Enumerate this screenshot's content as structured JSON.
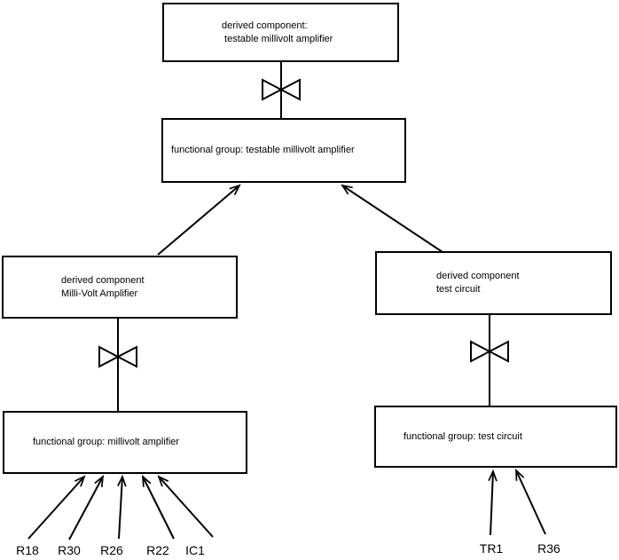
{
  "diagram": {
    "background_color": "#ffffff",
    "ink_color": "#000000",
    "boxes": {
      "derived_testable": {
        "lines": [
          "derived component:",
          " testable millivolt amplifier"
        ]
      },
      "fg_testable": {
        "lines": [
          "functional group: testable millivolt amplifier"
        ]
      },
      "derived_mva": {
        "lines": [
          "derived component",
          "Milli-Volt Amplifier"
        ]
      },
      "fg_mva": {
        "lines": [
          "functional group: millivolt amplifier"
        ]
      },
      "derived_tc": {
        "lines": [
          "derived component",
          "test circuit"
        ]
      },
      "fg_tc": {
        "lines": [
          "functional group: test circuit"
        ]
      }
    },
    "leaf_labels": {
      "r18": "R18",
      "r30": "R30",
      "r26": "R26",
      "r22": "R22",
      "ic1": "IC1",
      "tr1": "TR1",
      "r36": "R36"
    },
    "symbols": {
      "bowtie": "refinement-bowtie"
    }
  }
}
